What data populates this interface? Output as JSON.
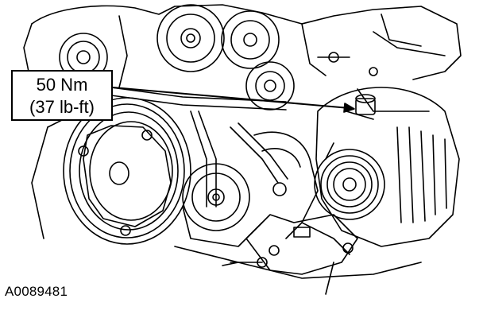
{
  "callout": {
    "torque_metric": "50 Nm",
    "torque_imperial": "(37 lb-ft)"
  },
  "figure": {
    "id": "A0089481"
  },
  "colors": {
    "ink": "#000000",
    "paper": "#ffffff"
  }
}
